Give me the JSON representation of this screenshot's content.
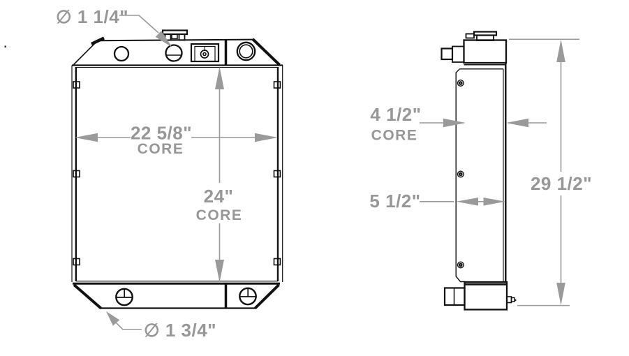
{
  "colors": {
    "line": "#111111",
    "dimension": "#979797",
    "background": "#ffffff"
  },
  "front_view": {
    "labels": {
      "top_port_diameter": "∅ 1 1/4\"",
      "core_width": "22 5/8\"",
      "core_width_suffix": "CORE",
      "core_height": "24\"",
      "core_height_suffix": "CORE",
      "bottom_port_diameter": "∅ 1 3/4\""
    }
  },
  "side_view": {
    "labels": {
      "core_depth": "4 1/2\"",
      "core_depth_suffix": "CORE",
      "tank_depth": "5 1/2\"",
      "overall_height": "29 1/2\""
    }
  }
}
